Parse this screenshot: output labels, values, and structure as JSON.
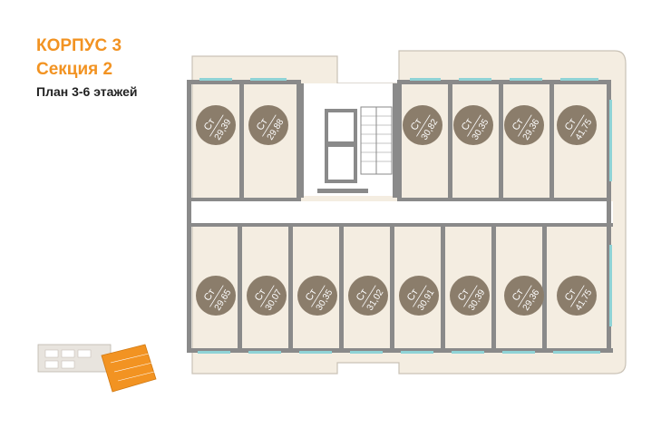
{
  "header": {
    "building": "КОРПУС 3",
    "section": "Секция 2",
    "plan": "План 3-6 этажей"
  },
  "colors": {
    "accent": "#f29322",
    "wall": "#8a8a8a",
    "apartment_fill": "#f4ede1",
    "badge": "#8b7d6b",
    "window": "#8fd3d6",
    "corridor": "#ffffff"
  },
  "apartments_top": [
    {
      "type": "Ст",
      "area": "29,39"
    },
    {
      "type": "Ст",
      "area": "29,88"
    },
    {
      "type": "Ст",
      "area": "30,82"
    },
    {
      "type": "Ст",
      "area": "30,35"
    },
    {
      "type": "Ст",
      "area": "29,36"
    },
    {
      "type": "Ст",
      "area": "41,75"
    }
  ],
  "apartments_bottom": [
    {
      "type": "Ст",
      "area": "29,65"
    },
    {
      "type": "Ст",
      "area": "30,07"
    },
    {
      "type": "Ст",
      "area": "30,35"
    },
    {
      "type": "Ст",
      "area": "31,02"
    },
    {
      "type": "Ст",
      "area": "30,91"
    },
    {
      "type": "Ст",
      "area": "30,39"
    },
    {
      "type": "Ст",
      "area": "29,36"
    },
    {
      "type": "Ст",
      "area": "41,75"
    }
  ]
}
